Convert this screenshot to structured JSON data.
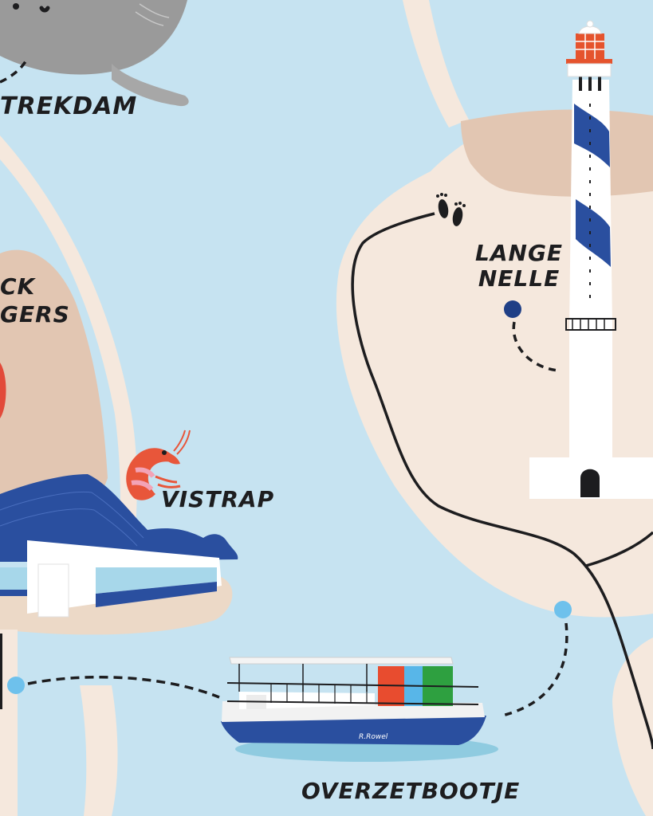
{
  "labels": {
    "strekdam": "TREKDAM",
    "crack_fingers": {
      "line1": "CK",
      "line2": "GERS"
    },
    "vistrap": "VISTRAP",
    "lange_nelle": {
      "line1": "LANGE",
      "line2": "NELLE"
    },
    "overzetbootje": "OVERZETBOOTJE",
    "boat_name": "R.Rowel"
  },
  "colors": {
    "water": "#c6e3f1",
    "sand": "#f5e8dd",
    "dune": "#e2c6b2",
    "navy": "#2a4f9f",
    "route": "#1d1d1f",
    "stop_light": "#6ec1ec",
    "stop_dark": "#1f3f86",
    "lighthouse_red": "#e5532d",
    "container_red": "#e84c2f",
    "container_blue": "#58b6e8",
    "container_green": "#2ea040"
  },
  "icons": {
    "footprints": "footprints-icon",
    "shrimp": "shrimp-icon",
    "seal": "seal-illustration",
    "lighthouse": "lighthouse-illustration",
    "ferry": "ferry-illustration",
    "fish_market": "fish-market-illustration"
  }
}
